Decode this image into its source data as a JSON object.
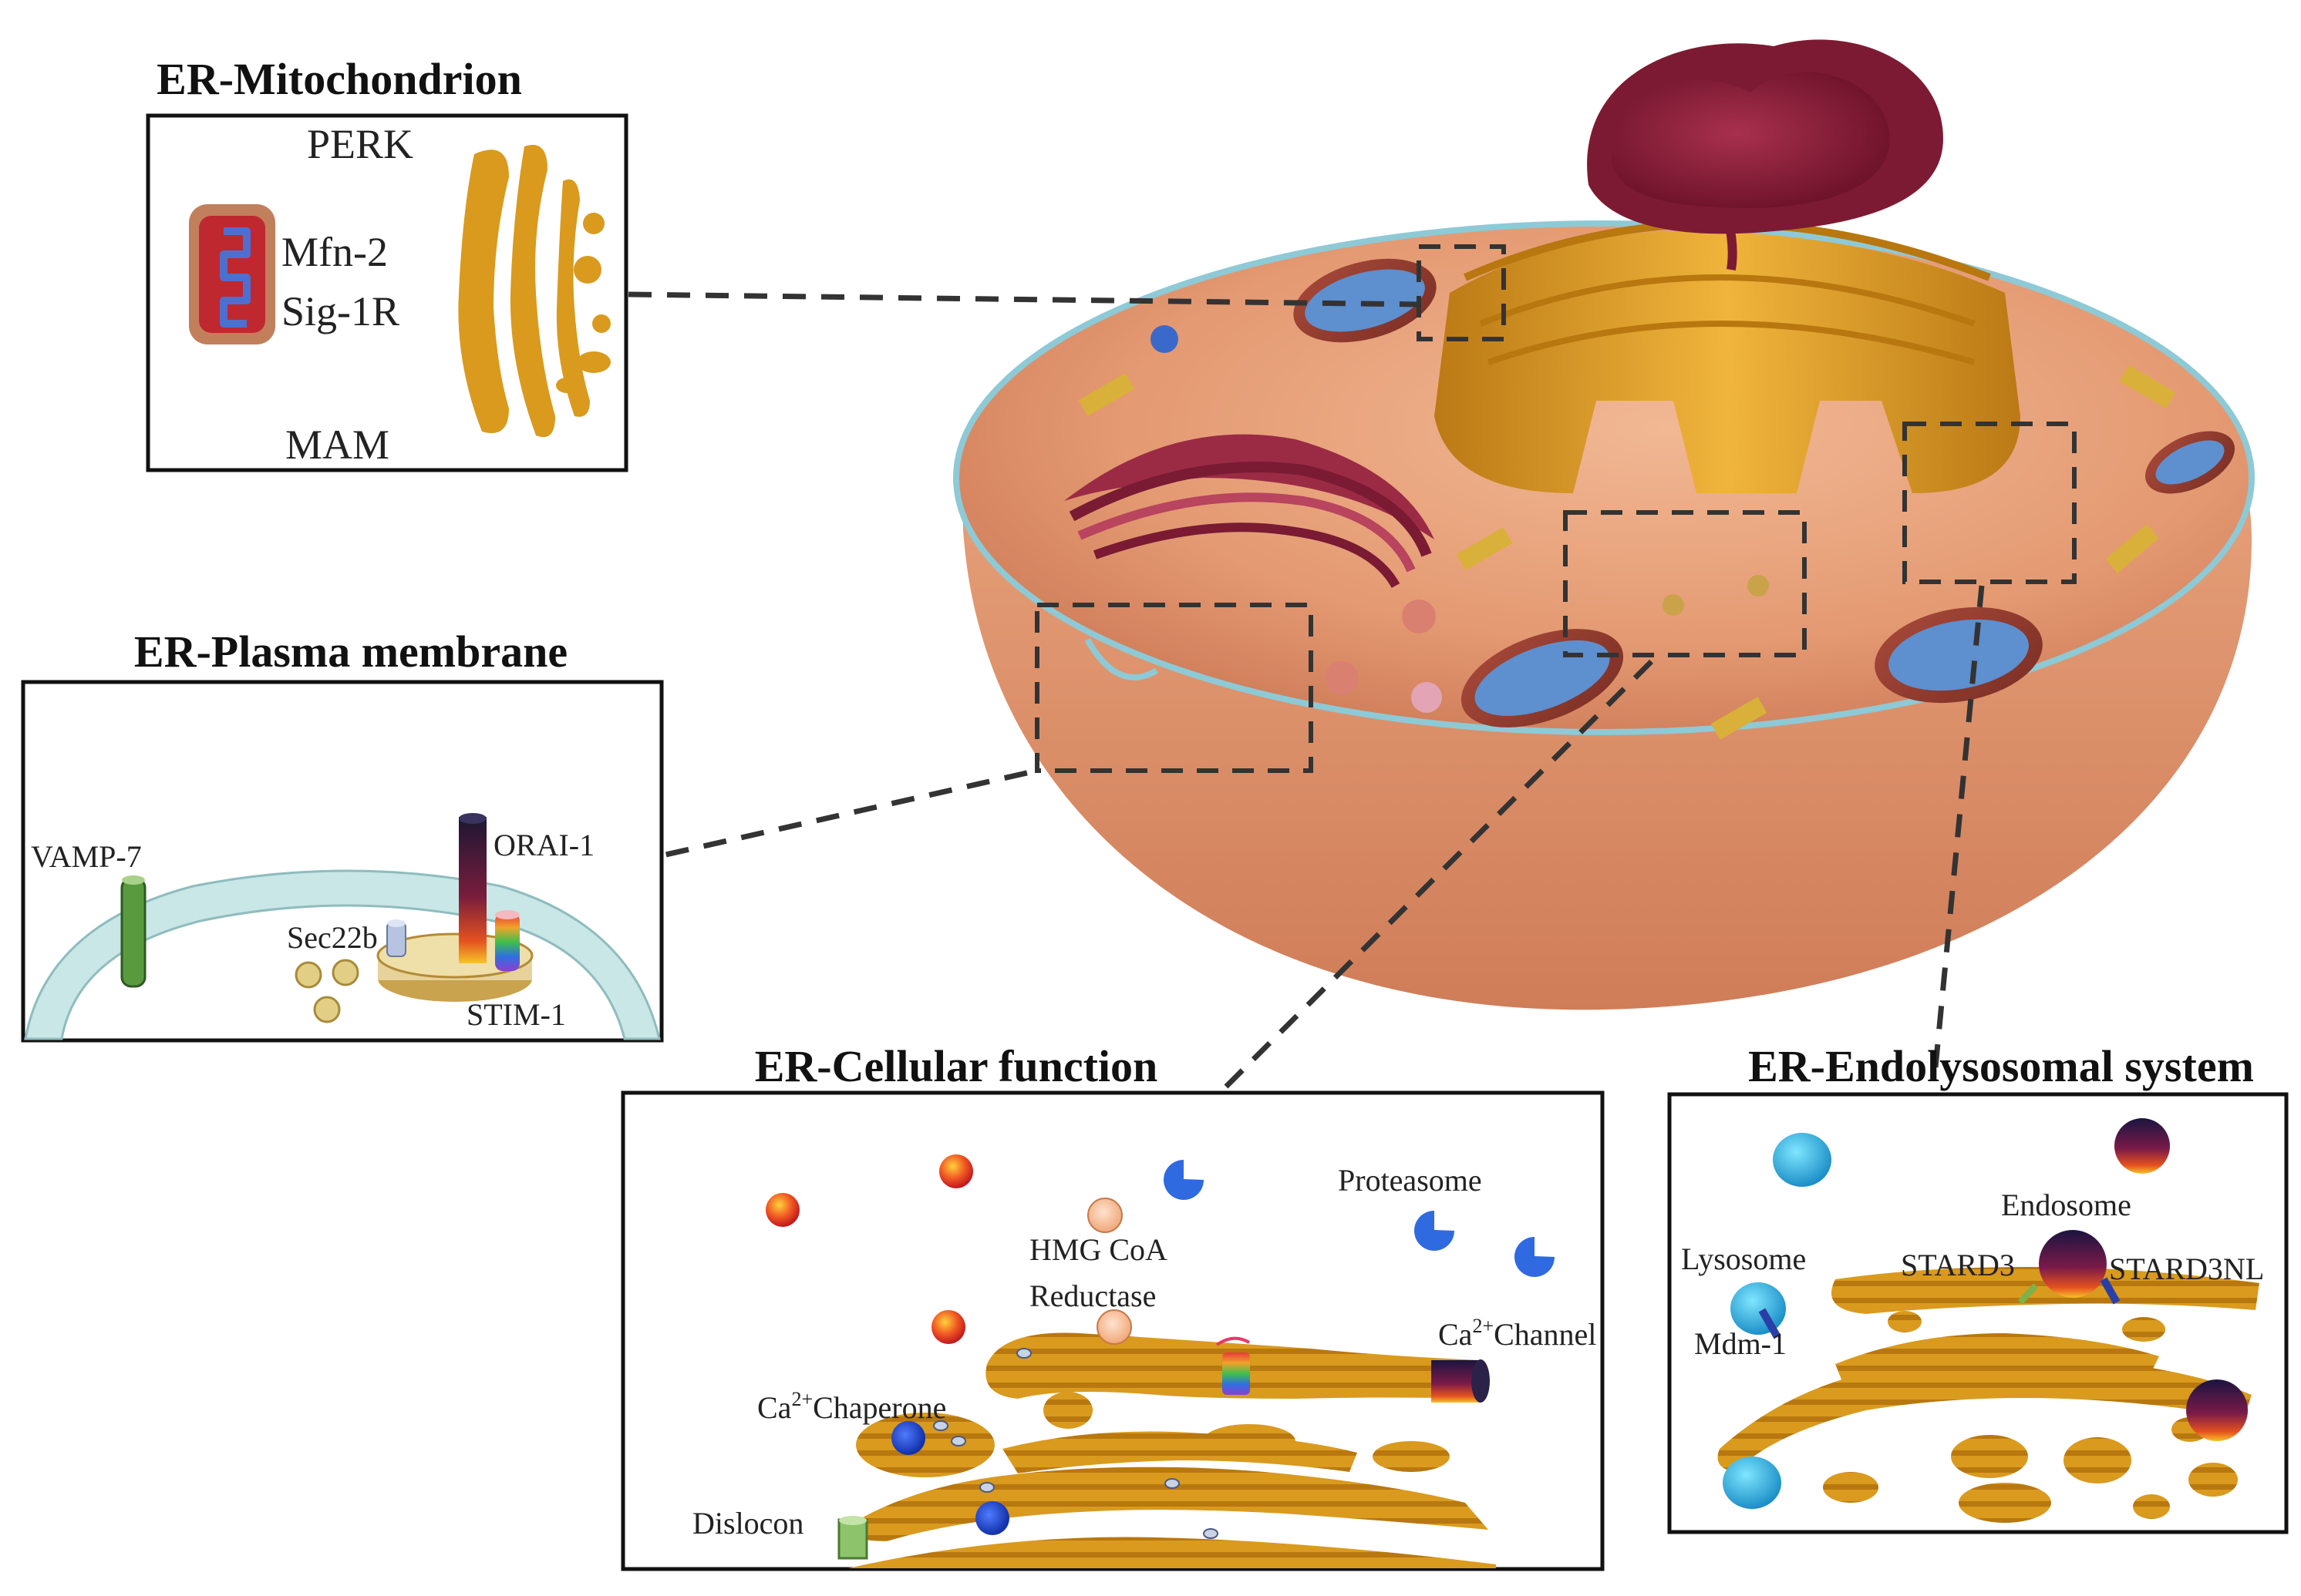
{
  "panels": {
    "mito": {
      "title": "ER-Mitochondrion",
      "labels": {
        "perk": "PERK",
        "mfn2": "Mfn-2",
        "sig1r": "Sig-1R",
        "mam": "MAM"
      }
    },
    "pm": {
      "title": "ER-Plasma membrane",
      "labels": {
        "vamp7": "VAMP-7",
        "orai1": "ORAI-1",
        "sec22b": "Sec22b",
        "stim1": "STIM-1"
      }
    },
    "cell": {
      "title": "ER-Cellular function",
      "labels": {
        "proteasome": "Proteasome",
        "hmg1": "HMG CoA",
        "hmg2": "Reductase",
        "ca_base": "Ca",
        "sup": "2+",
        "channel": "Channel",
        "chaperone": "Chaperone",
        "dislocon": "Dislocon"
      }
    },
    "endo": {
      "title": "ER-Endolysosomal system",
      "labels": {
        "endosome": "Endosome",
        "lysosome": "Lysosome",
        "stard3": "STARD3",
        "stard3nl": "STARD3NL",
        "mdm1": "Mdm-1"
      }
    }
  },
  "colors": {
    "er_gold": "#d99a1e",
    "cytoplasm": "#e8a07a",
    "nucleus": "#8a1f3a",
    "mito_blue": "#5e8fcf",
    "membrane": "#bfe2e4",
    "lysosome_cyan": "#2fb6e0"
  }
}
